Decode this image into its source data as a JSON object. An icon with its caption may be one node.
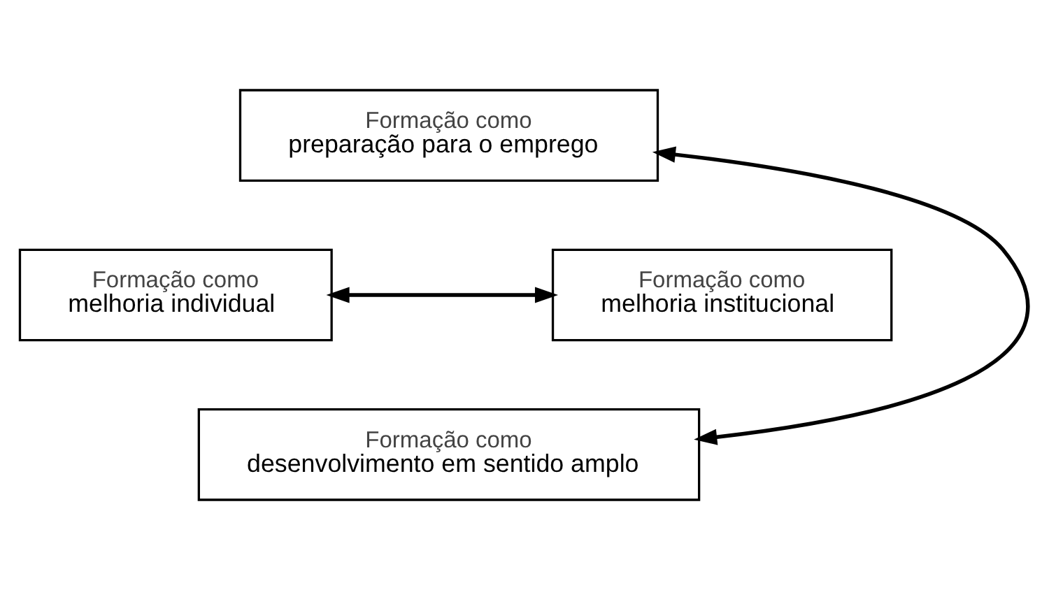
{
  "diagram": {
    "nodes": [
      {
        "text": [
          "Formação como",
          "preparação para o emprego"
        ]
      },
      {
        "text": [
          "Formação como",
          "melhoria individual"
        ]
      },
      {
        "text": [
          "Formação como",
          "melhoria institucional"
        ]
      },
      {
        "text": [
          "Formação como",
          "desenvolvimento em sentido amplo"
        ]
      }
    ],
    "edges": [
      {
        "from": 0,
        "to": 3,
        "arrow": "both"
      },
      {
        "from": 1,
        "to": 2,
        "arrow": "both"
      }
    ]
  }
}
